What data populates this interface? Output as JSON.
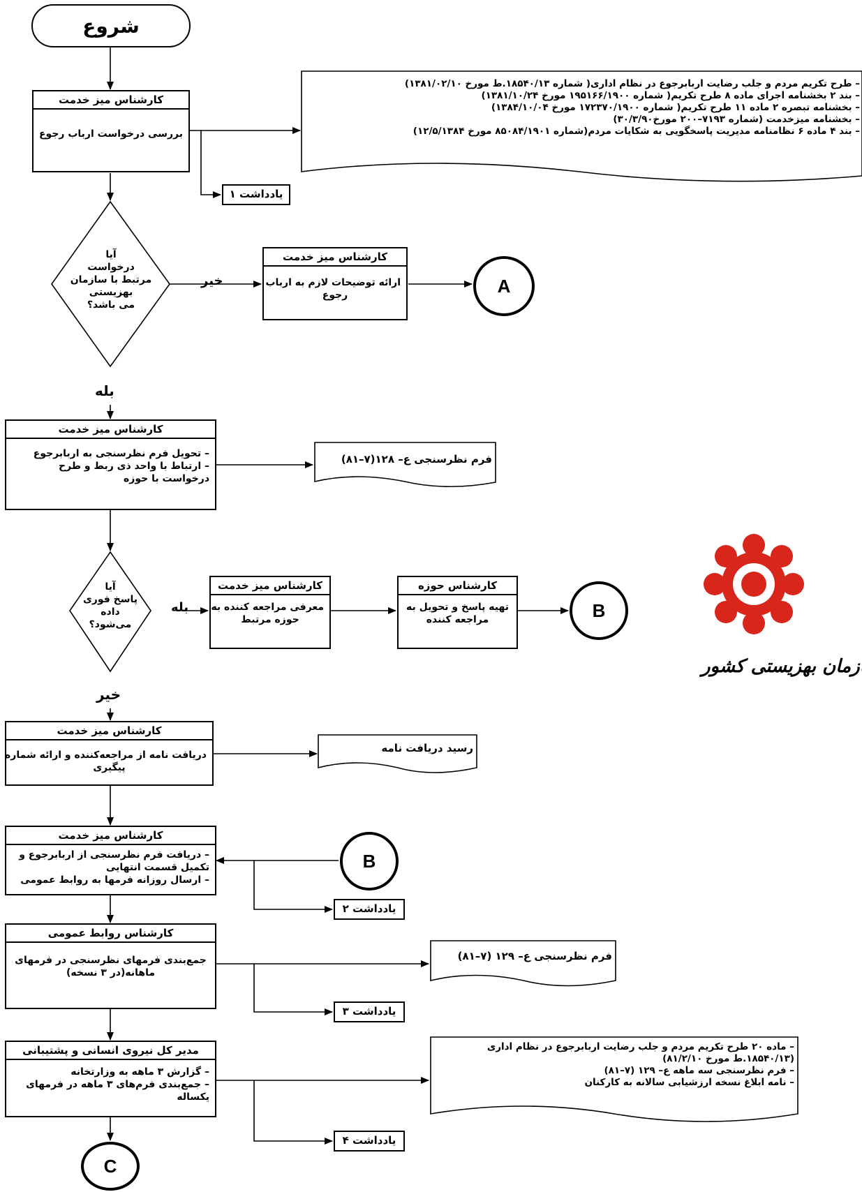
{
  "start": {
    "label": "شروع"
  },
  "step1": {
    "header": "کارشناس میز خدمت",
    "body": "بررسی درخواست ارباب رجوع",
    "reference_lines": [
      "– طرح تکریم مردم و جلب رضایت اربابرجوع در نظام اداری( شماره ۱۸۵۴۰/۱۳.ط مورخ ۱۳۸۱/۰۲/۱۰)",
      "– بند ۲ بخشنامه اجرای ماده ۸ طرح تکریم( شماره ۱۹۵۱۶۶/۱۹۰۰ مورخ ۱۳۸۱/۱۰/۲۴)",
      "– بخشنامه تبصره ۲ ماده ۱۱ طرح تکریم( شماره ۱۷۲۳۷۰/۱۹۰۰ مورخ ۱۳۸۴/۱۰/۰۴)",
      "– بخشنامه میزخدمت (شماره ۷۱۹۳–۲۰۰ مورخ۳۰/۳/۹۰)",
      "– بند ۴ ماده ۶ نظامنامه مدیریت پاسخگویی به شکایات مردم(شماره ۸۵۰۸۴/۱۹۰۱ مورخ ۱۲/۵/۱۳۸۴)"
    ],
    "note": "یادداشت ۱"
  },
  "decision1": {
    "lines": [
      "آیا",
      "درخواست",
      "مرتبط با سازمان",
      "بهزیستی",
      "می باشد؟"
    ],
    "no_label": "خیر",
    "yes_label": "بله"
  },
  "step1_no": {
    "header": "کارشناس میز خدمت",
    "body_lines": [
      "ارائه توضیحات لازم به ارباب",
      "رجوع"
    ],
    "connector": "A"
  },
  "step2": {
    "header": "کارشناس میز خدمت",
    "body_lines": [
      "– تحویل فرم نظرسنجی به اربابرجوع",
      "– ارتباط با واحد ذی ربط و طرح",
      "درخواست با حوزه"
    ],
    "doc": "فرم نظرسنجی ع– ۱۲۸(۷–۸۱)"
  },
  "decision2": {
    "lines": [
      "آیا",
      "پاسخ فوری",
      "داده",
      "می‌شود؟"
    ],
    "yes_label": "بله",
    "no_label": "خیر"
  },
  "step2_yes_a": {
    "header": "کارشناس میز خدمت",
    "body_lines": [
      "معرفی مراجعه کننده به",
      "حوزه مرتبط"
    ]
  },
  "step2_yes_b": {
    "header": "کارشناس حوزه",
    "body_lines": [
      "تهیه پاسخ و تحویل به",
      "مراجعه کننده"
    ],
    "connector": "B"
  },
  "step3": {
    "header": "کارشناس میز خدمت",
    "body_lines": [
      "دریافت نامه از مراجعه‌کننده و ارائه شماره",
      "پیگیری"
    ],
    "doc": "رسید دریافت نامه"
  },
  "step4": {
    "header": "کارشناس میز خدمت",
    "body_lines": [
      "– دریافت فرم نظرسنجی از اربابرجوع و",
      "تکمیل قسمت انتهایی",
      "– ارسال روزانه فرمها به روابط عمومی"
    ],
    "connector": "B",
    "note": "یادداشت ۲"
  },
  "step5": {
    "header": "کارشناس روابط عمومی",
    "body_lines": [
      "جمع‌بندی فرمهای نظرسنجی در فرمهای",
      "ماهانه(در ۳ نسخه)"
    ],
    "doc": "فرم نظرسنجی ع– ۱۲۹ (۷–۸۱)",
    "note": "یادداشت ۳"
  },
  "step6": {
    "header": "مدیر کل نیروی انسانی و پشتیبانی",
    "body_lines": [
      "– گزارش ۳ ماهه به وزارتخانه",
      "– جمع‌بندی فرم‌های ۳ ماهه در فرمهای",
      "یکساله"
    ],
    "doc_lines": [
      "– ماده ۲۰ طرح تکریم مردم و جلب رضایت اربابرجوع در نظام اداری",
      "(۱۸۵۴۰/۱۳.ط مورخ ۸۱/۲/۱۰)",
      "– فرم نظرسنجی سه ماهه ع– ۱۲۹ (۷–۸۱)",
      "– نامه ابلاغ نسخه ارزشیابی سالانه به کارکنان"
    ],
    "note": "یادداشت ۴",
    "end_connector": "C"
  },
  "logo": {
    "text": "سازمان بهزیستی کشور",
    "color": "#d9261c"
  }
}
